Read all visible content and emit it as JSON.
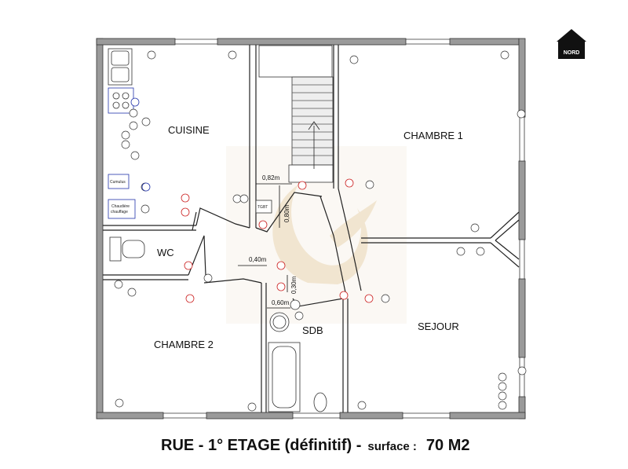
{
  "rooms": {
    "cuisine": "CUISINE",
    "chambre1": "CHAMBRE 1",
    "chambre2": "CHAMBRE 2",
    "wc": "WC",
    "sdb": "SDB",
    "sejour": "SEJOUR"
  },
  "fixtures": {
    "cumulus": "Cumulus",
    "chaudiere_line1": "Chaudière",
    "chaudiere_line2": "chauffage",
    "tgbt": "TGBT"
  },
  "dimensions": {
    "d1": "0,82m",
    "d2": "0,80m",
    "d3": "0,40m",
    "d4": "0,30m",
    "d5": "0,60m"
  },
  "compass": {
    "label": "NORD",
    "icon": "north-house-icon"
  },
  "footer": {
    "title": "RUE - 1° ETAGE (définitif) -",
    "surface_label": "surface :",
    "surface_value": "70 M2"
  },
  "colors": {
    "wall": "#9a9a9a",
    "line": "#222222",
    "red_symbol": "#cc2222",
    "blue_symbol": "#2233aa",
    "watermark": "#e0c79a"
  }
}
